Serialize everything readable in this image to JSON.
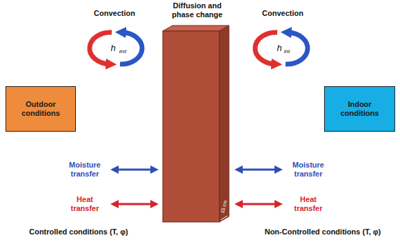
{
  "diagram": {
    "nodes": [
      {
        "text": [
          "Outdoor conditions"
        ]
      },
      {
        "text": [
          "Diffusion and phase change"
        ]
      },
      {
        "text": [
          "Indoor conditions"
        ]
      }
    ],
    "labels": [
      "Convection",
      "h",
      "ext",
      "Convection",
      "h",
      "int",
      "Moisture transfer",
      "Heat transfer",
      "Moisture transfer",
      "Heat transfer",
      "Controlled conditions (T, φ)",
      "Non-Controlled conditions (T, φ)",
      "15 cm"
    ]
  }
}
